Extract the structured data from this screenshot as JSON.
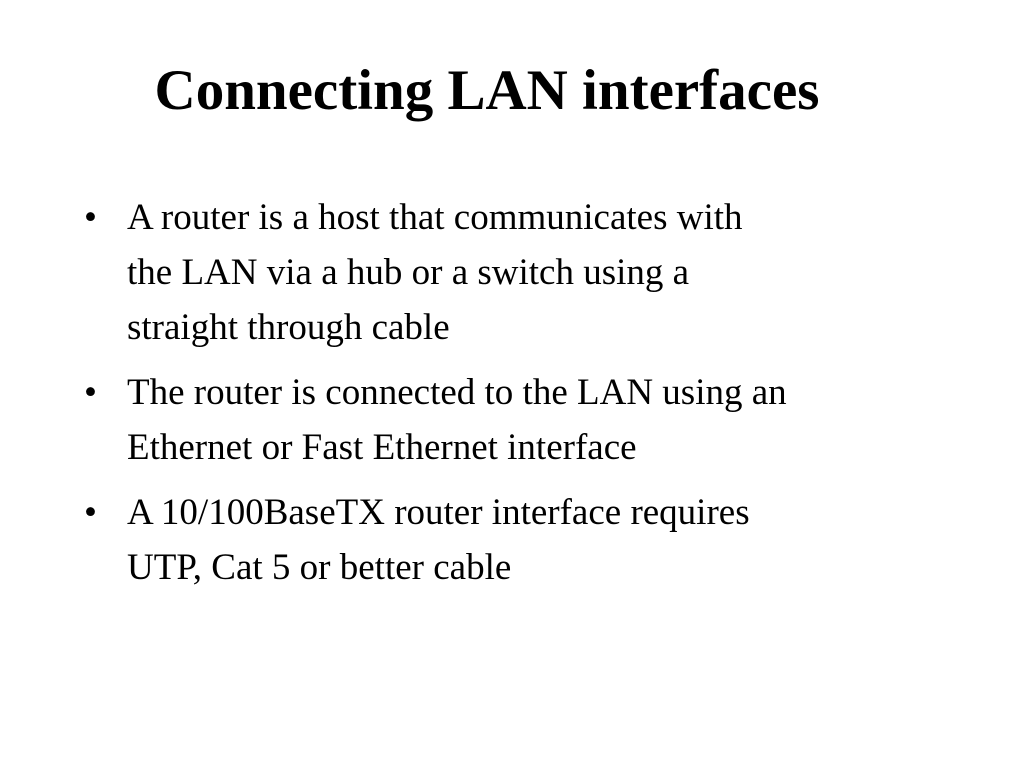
{
  "slide": {
    "title": "Connecting LAN interfaces",
    "bullet_symbol": "•",
    "bullets": [
      {
        "lines": [
          "A router is a host that communicates with",
          "the LAN via a hub or a switch using a",
          "straight through cable"
        ]
      },
      {
        "lines": [
          "The router is connected to the LAN using an",
          "Ethernet or Fast Ethernet interface"
        ]
      },
      {
        "lines": [
          "A 10/100BaseTX router interface requires",
          "UTP, Cat 5 or better cable"
        ]
      }
    ]
  }
}
